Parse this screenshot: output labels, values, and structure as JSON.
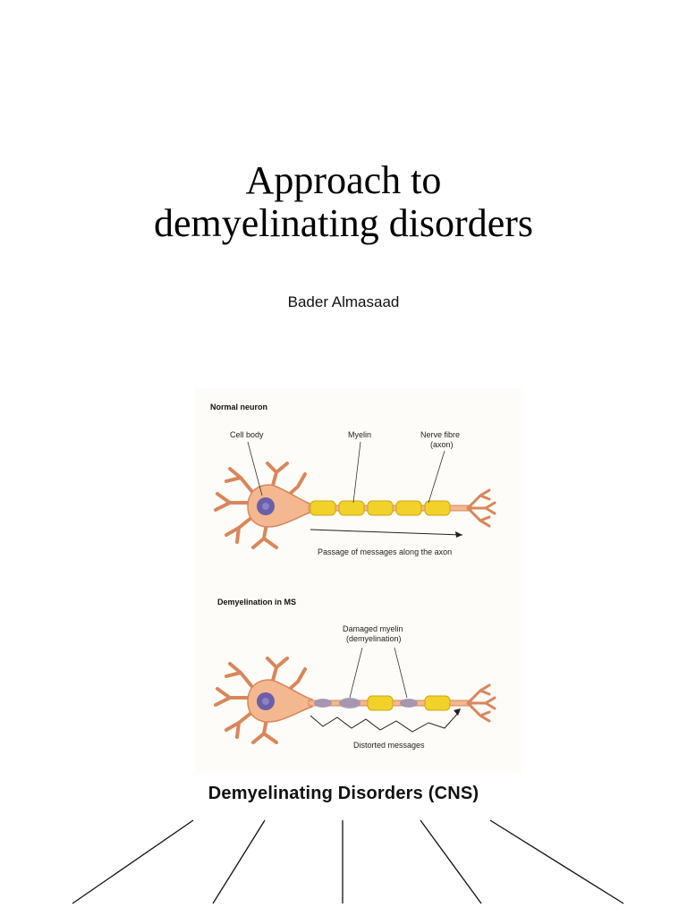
{
  "slide": {
    "title_line1": "Approach to",
    "title_line2": "demyelinating disorders",
    "author": "Bader Almasaad"
  },
  "figure": {
    "normal_heading": "Normal neuron",
    "label_cell_body": "Cell body",
    "label_myelin": "Myelin",
    "label_nerve_fibre_1": "Nerve fibre",
    "label_nerve_fibre_2": "(axon)",
    "label_passage": "Passage of messages along the axon",
    "ms_heading": "Demyelination in MS",
    "label_damaged_1": "Damaged myelin",
    "label_damaged_2": "(demyelination)",
    "label_distorted": "Distorted messages",
    "colors": {
      "neuron": "#f3b88f",
      "neuron_outline": "#d9865a",
      "nucleus": "#6a5fa8",
      "myelin": "#f2d12a",
      "myelin_outline": "#c9a80f",
      "damaged": "#9a92b8"
    }
  },
  "diagram": {
    "title": "Demyelinating Disorders (CNS)"
  }
}
